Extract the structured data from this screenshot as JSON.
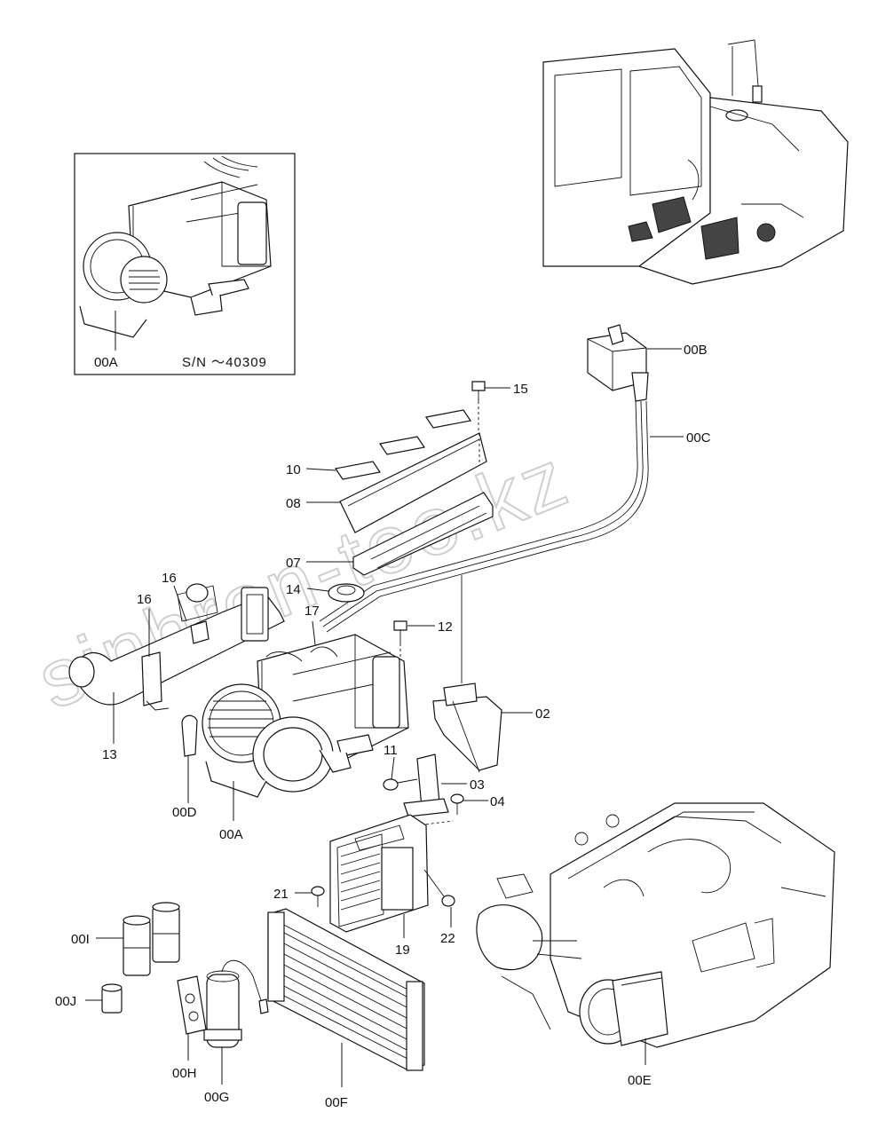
{
  "inset": {
    "part_label": "00A",
    "serial_note": "S/N ～40309"
  },
  "watermark": "sinhron-too.kz",
  "callouts": {
    "c00B": "00B",
    "c00C": "00C",
    "c15": "15",
    "c10": "10",
    "c08": "08",
    "c07": "07",
    "c14": "14",
    "c16a": "16",
    "c16b": "16",
    "c17": "17",
    "c12": "12",
    "c13": "13",
    "c02": "02",
    "c11": "11",
    "c03": "03",
    "c04": "04",
    "c00D": "00D",
    "c00A": "00A",
    "c21": "21",
    "c22": "22",
    "c19": "19",
    "c00I": "00I",
    "c00J": "00J",
    "c00H": "00H",
    "c00G": "00G",
    "c00F": "00F",
    "c00E": "00E"
  }
}
